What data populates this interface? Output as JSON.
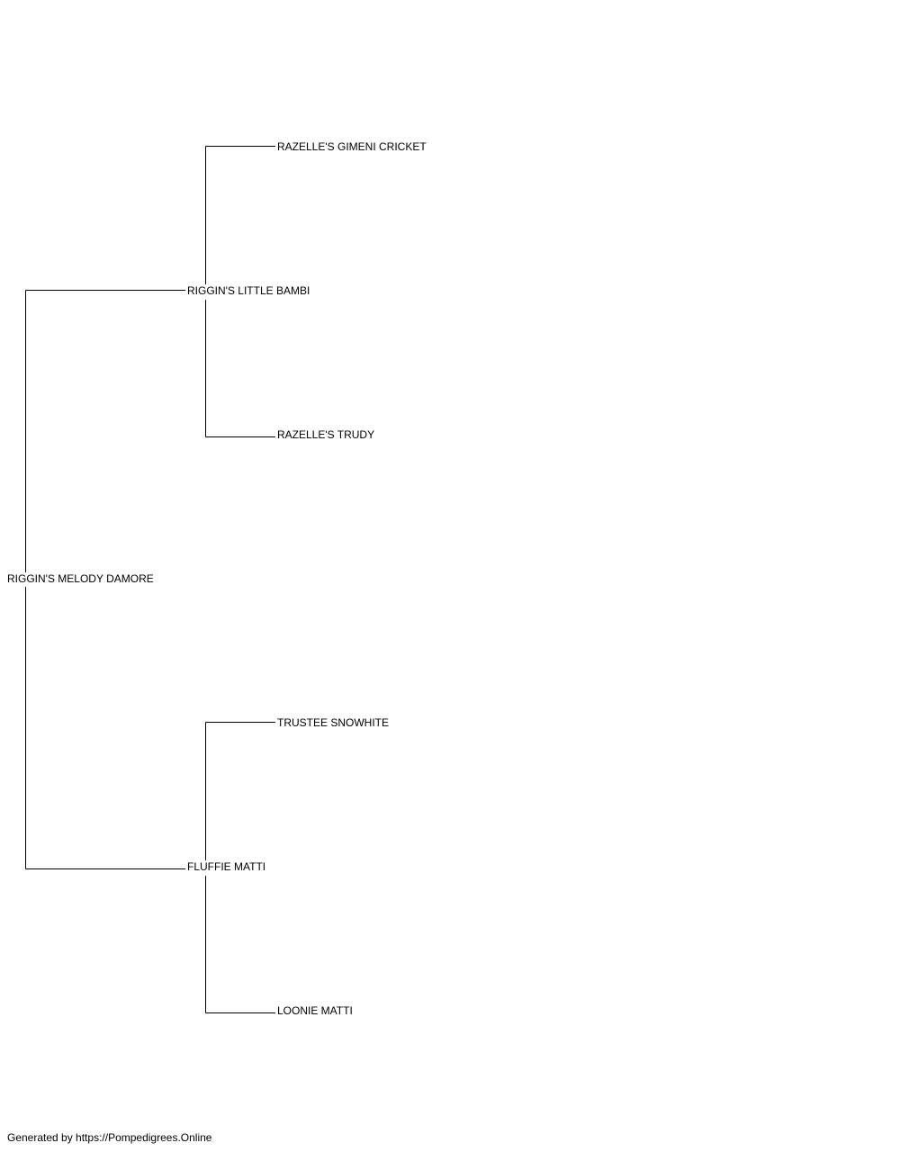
{
  "pedigree": {
    "subject": {
      "name": "RIGGIN'S MELODY DAMORE"
    },
    "sire": {
      "name": "RIGGIN'S LITTLE BAMBI"
    },
    "dam": {
      "name": "FLUFFIE MATTI"
    },
    "sire_sire": {
      "name": "RAZELLE'S GIMENI CRICKET"
    },
    "sire_dam": {
      "name": "RAZELLE'S TRUDY"
    },
    "dam_sire": {
      "name": "TRUSTEE SNOWHITE"
    },
    "dam_dam": {
      "name": "LOONIE MATTI"
    }
  },
  "footer": {
    "text": "Generated by https://Pompedigrees.Online"
  },
  "colors": {
    "line": "#000000",
    "background": "#ffffff"
  }
}
